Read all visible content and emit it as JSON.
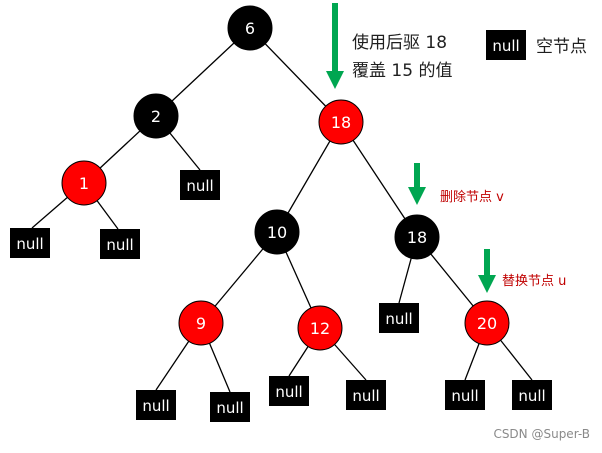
{
  "colors": {
    "black_node": "#000000",
    "red_node": "#ff0000",
    "node_text": "#ffffff",
    "null_box": "#000000",
    "null_text": "#ffffff",
    "edge": "#000000",
    "arrow": "#00a651",
    "note_dark": "#1f1f1f",
    "note_red": "#c00000",
    "watermark": "#8a8a8a"
  },
  "nodes": [
    {
      "label": "6",
      "color": "black"
    },
    {
      "label": "2",
      "color": "black"
    },
    {
      "label": "18",
      "color": "red"
    },
    {
      "label": "1",
      "color": "red"
    },
    {
      "label": "10",
      "color": "black"
    },
    {
      "label": "18",
      "color": "black"
    },
    {
      "label": "9",
      "color": "red"
    },
    {
      "label": "12",
      "color": "red"
    },
    {
      "label": "20",
      "color": "red"
    }
  ],
  "null_label": "null",
  "annotations": {
    "main_line1": "使用后驱 18",
    "main_line2": "覆盖 15 的值",
    "legend_box": "null",
    "legend_label": "空节点",
    "delete_note": "删除节点 v",
    "replace_note": "替换节点 u"
  },
  "watermark": "CSDN @Super-B"
}
